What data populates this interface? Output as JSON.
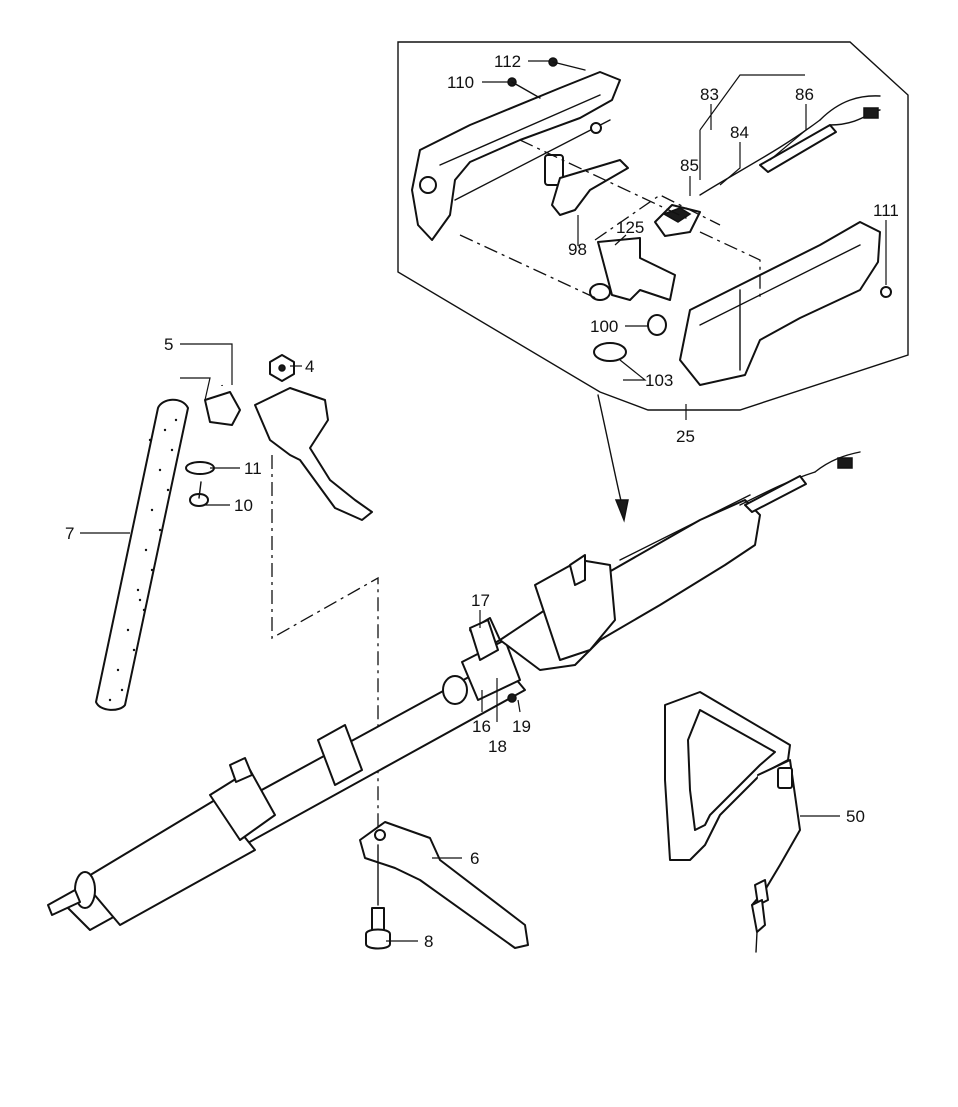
{
  "callouts": {
    "c112": "112",
    "c110": "110",
    "c83": "83",
    "c86": "86",
    "c84": "84",
    "c85": "85",
    "c111": "111",
    "c125": "125",
    "c98": "98",
    "c100": "100",
    "c103": "103",
    "c25": "25",
    "c5": "5",
    "c4": "4",
    "c11": "11",
    "c10": "10",
    "c7": "7",
    "c17": "17",
    "c16": "16",
    "c18": "18",
    "c19": "19",
    "c6": "6",
    "c8": "8",
    "c50": "50"
  },
  "colors": {
    "line": "#111111",
    "background": "#ffffff"
  }
}
